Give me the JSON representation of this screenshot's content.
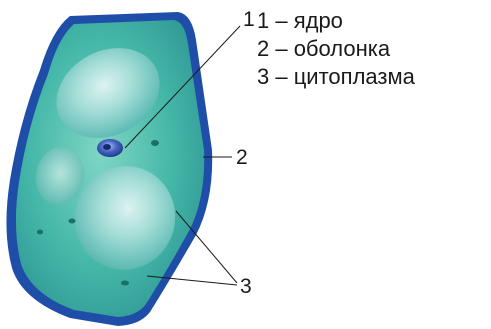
{
  "figure": {
    "labels": {
      "nucleus_number": "1",
      "membrane_number": "2",
      "cytoplasm_number": "3"
    },
    "legend": [
      "1 – ядро",
      "2 – оболонка",
      "3 – цитоплазма"
    ]
  }
}
